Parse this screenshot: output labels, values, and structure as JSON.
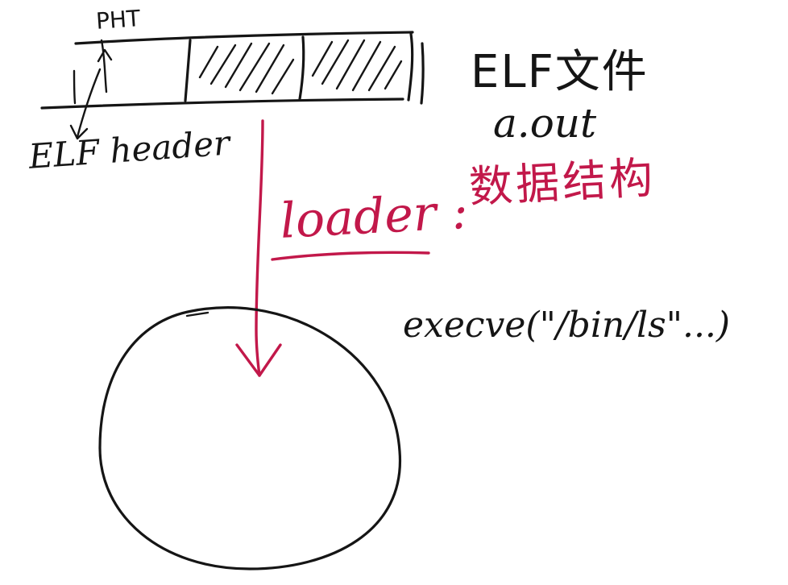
{
  "labels": {
    "pht": "PHT",
    "elf_header": "ELF header",
    "elf_file": "ELF文件",
    "aout": "a.out",
    "data_structure": "数据结构",
    "loader": "loader :",
    "execve": "execve(\"/bin/ls\"...)"
  },
  "colors": {
    "ink": "#151515",
    "accent": "#c2184a",
    "background": "#ffffff"
  }
}
